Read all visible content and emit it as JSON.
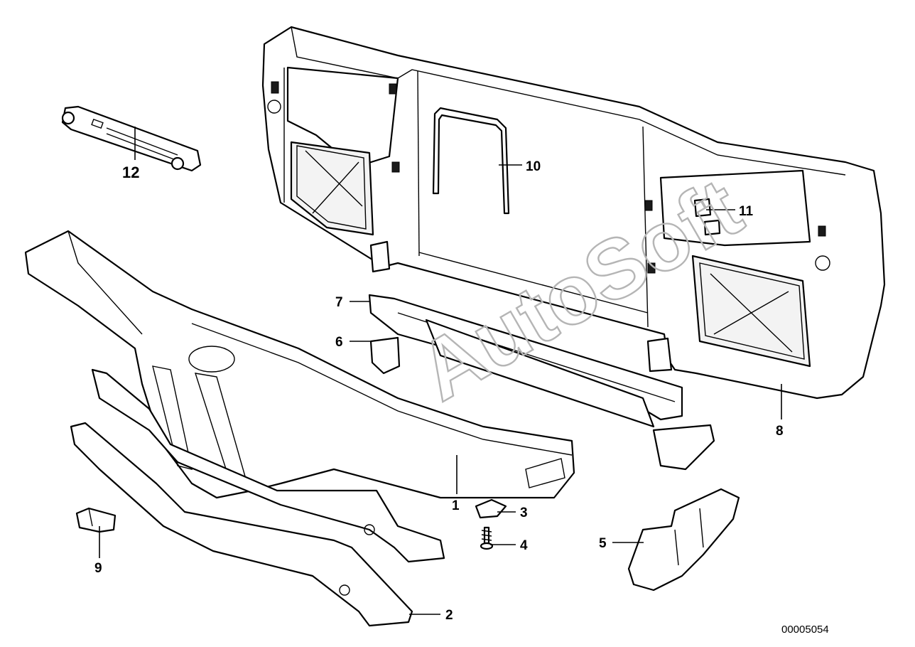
{
  "callouts": {
    "c1": "1",
    "c2": "2",
    "c3": "3",
    "c4": "4",
    "c5": "5",
    "c6": "6",
    "c7": "7",
    "c8": "8",
    "c9": "9",
    "c10": "10",
    "c11": "11",
    "c12": "12"
  },
  "document_number": "00005054",
  "watermark": "AutoSoft",
  "colors": {
    "line": "#000000",
    "background": "#ffffff",
    "watermark": "#b5b5b5"
  }
}
